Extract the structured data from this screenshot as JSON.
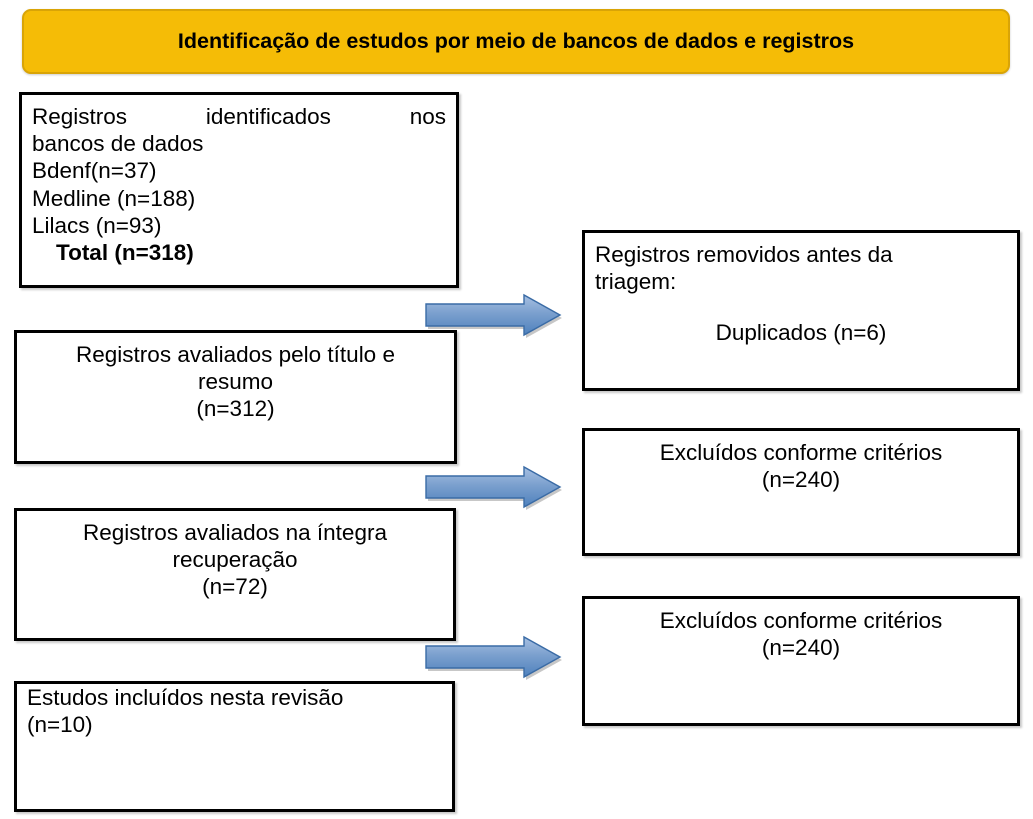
{
  "header": {
    "title": "Identificação de estudos por meio de bancos de dados e registros",
    "fill_color": "#F5BC06",
    "border_color": "#D9A406"
  },
  "colors": {
    "box_border": "#000000",
    "box_fill": "#FFFFFF",
    "arrow_fill_light": "#9CB8DE",
    "arrow_fill_dark": "#4E81BD",
    "arrow_border": "#3A6BA5",
    "text": "#000000"
  },
  "left_boxes": [
    {
      "name": "identified-records",
      "line1": "Registros identificados nos",
      "line2": "bancos de dados",
      "line3": "Bdenf(n=37)",
      "line4": "Medline (n=188)",
      "line5": "Total (n=318)",
      "line_lilacs": "Lilacs (n=93)"
    },
    {
      "name": "screened-title-abstract",
      "line1": "Registros avaliados pelo título e",
      "line2": "resumo",
      "line3": "(n=312)"
    },
    {
      "name": "assessed-full-text",
      "line1": "Registros avaliados na íntegra",
      "line2": "recuperação",
      "line3": "(n=72)"
    },
    {
      "name": "included-studies",
      "line1": "Estudos incluídos nesta revisão",
      "line2": "(n=10)"
    }
  ],
  "right_boxes": [
    {
      "name": "removed-before-screening",
      "line1": "Registros removidos antes da",
      "line2": "triagem:",
      "line3": "Duplicados (n=6)"
    },
    {
      "name": "excluded-criteria-1",
      "line1": "Excluídos conforme critérios",
      "line2": "(n=240)"
    },
    {
      "name": "excluded-criteria-2",
      "line1": "Excluídos conforme critérios",
      "line2": "(n=240)"
    }
  ],
  "arrows": [
    {
      "name": "arrow-to-removed"
    },
    {
      "name": "arrow-to-excluded-1"
    },
    {
      "name": "arrow-to-excluded-2"
    }
  ]
}
